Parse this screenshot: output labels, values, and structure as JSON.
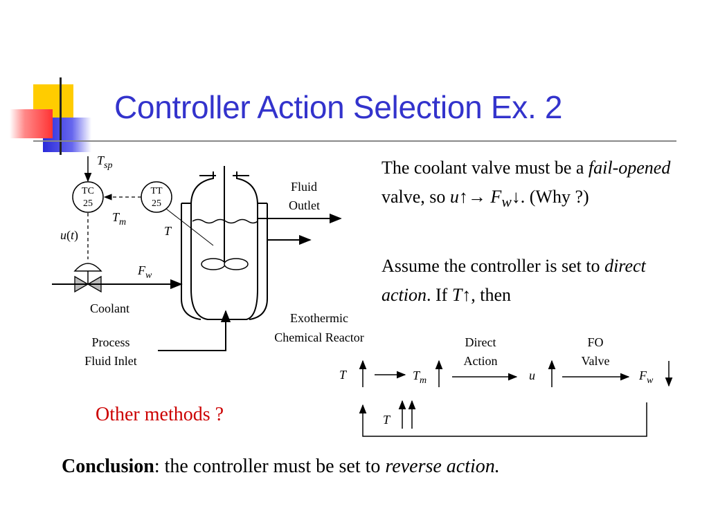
{
  "title": "Controller Action Selection Ex. 2",
  "colors": {
    "title": "#3333cc",
    "highlight": "#cc0000",
    "deco_yellow": "#ffcc00",
    "deco_blue": "#2b2bd9",
    "deco_red": "#ff3333"
  },
  "diagram": {
    "tsp": "T",
    "tsp_sub": "sp",
    "tc_line1": "TC",
    "tc_line2": "25",
    "tt_line1": "TT",
    "tt_line2": "25",
    "tm": "T",
    "tm_sub": "m",
    "ut": "u(t)",
    "t_label": "T",
    "fw": "F",
    "fw_sub": "w",
    "coolant": "Coolant",
    "process_line1": "Process",
    "process_line2": "Fluid Inlet",
    "outlet_line1": "Fluid",
    "outlet_line2": "Outlet",
    "reactor_line1": "Exothermic",
    "reactor_line2": "Chemical Reactor"
  },
  "text": {
    "p1_a": "The coolant valve must be a ",
    "p1_b": "fail-opened",
    "p1_c": " valve, so ",
    "p1_d": "u",
    "p1_e": "↑→ ",
    "p1_f": "F",
    "p1_g": "w",
    "p1_h": "↓. (Why ?)",
    "p2_a": "Assume the controller is set to ",
    "p2_b": "direct action",
    "p2_c": ". If ",
    "p2_d": "T",
    "p2_e": "↑, then"
  },
  "chain": {
    "t": "T",
    "tm": "T",
    "tm_sub": "m",
    "direct_line1": "Direct",
    "direct_line2": "Action",
    "u": "u",
    "fo_line1": "FO",
    "fo_line2": "Valve",
    "fw": "F",
    "fw_sub": "w",
    "t_feedback": "T"
  },
  "other_methods": "Other methods ?",
  "conclusion": {
    "bold": "Conclusion",
    "rest": ":  the controller must be set to ",
    "italic": "reverse action."
  }
}
